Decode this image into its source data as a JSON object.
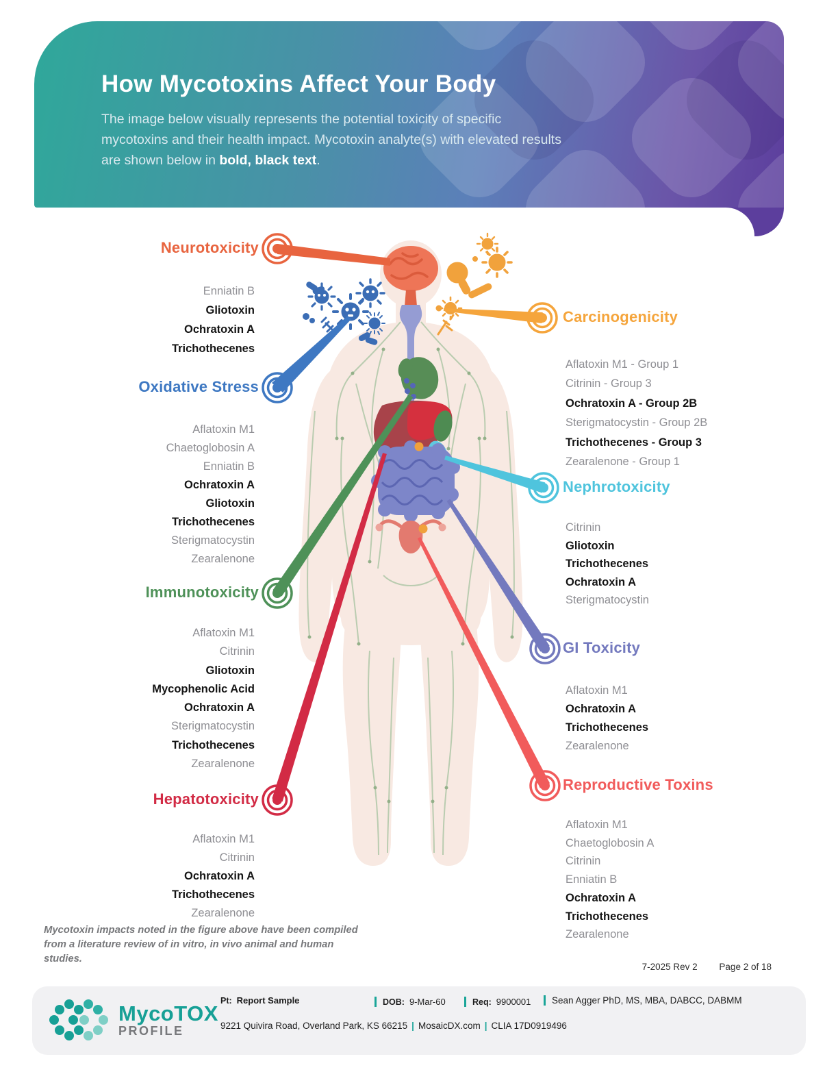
{
  "header": {
    "title": "How Mycotoxins Affect Your Body",
    "subtitle_pre": "The image below visually represents the potential toxicity of specific mycotoxins and their health impact. Mycotoxin analyte(s) with elevated results are shown below in ",
    "subtitle_bold": "bold, black text",
    "subtitle_post": "."
  },
  "categories": [
    {
      "id": "neurotoxicity",
      "name": "Neurotoxicity",
      "color": "#E8643F",
      "items": [
        {
          "text": "Enniatin B",
          "bold": false
        },
        {
          "text": "Gliotoxin",
          "bold": true
        },
        {
          "text": "Ochratoxin A",
          "bold": true
        },
        {
          "text": "Trichothecenes",
          "bold": true
        }
      ]
    },
    {
      "id": "oxidative-stress",
      "name": "Oxidative Stress",
      "color": "#3E78C2",
      "items": [
        {
          "text": "Aflatoxin M1",
          "bold": false
        },
        {
          "text": "Chaetoglobosin A",
          "bold": false
        },
        {
          "text": "Enniatin B",
          "bold": false
        },
        {
          "text": "Ochratoxin A",
          "bold": true
        },
        {
          "text": "Gliotoxin",
          "bold": true
        },
        {
          "text": "Trichothecenes",
          "bold": true
        },
        {
          "text": "Sterigmatocystin",
          "bold": false
        },
        {
          "text": "Zearalenone",
          "bold": false
        }
      ]
    },
    {
      "id": "immunotoxicity",
      "name": "Immunotoxicity",
      "color": "#4E9158",
      "items": [
        {
          "text": "Aflatoxin M1",
          "bold": false
        },
        {
          "text": "Citrinin",
          "bold": false
        },
        {
          "text": "Gliotoxin",
          "bold": true
        },
        {
          "text": "Mycophenolic Acid",
          "bold": true
        },
        {
          "text": "Ochratoxin A",
          "bold": true
        },
        {
          "text": "Sterigmatocystin",
          "bold": false
        },
        {
          "text": "Trichothecenes",
          "bold": true
        },
        {
          "text": "Zearalenone",
          "bold": false
        }
      ]
    },
    {
      "id": "hepatotoxicity",
      "name": "Hepatotoxicity",
      "color": "#D22B45",
      "items": [
        {
          "text": "Aflatoxin M1",
          "bold": false
        },
        {
          "text": "Citrinin",
          "bold": false
        },
        {
          "text": "Ochratoxin A",
          "bold": true
        },
        {
          "text": "Trichothecenes",
          "bold": true
        },
        {
          "text": "Zearalenone",
          "bold": false
        }
      ]
    },
    {
      "id": "carcinogenicity",
      "name": "Carcinogenicity",
      "color": "#F5A53C",
      "items": [
        {
          "text": "Aflatoxin M1 - Group 1",
          "bold": false
        },
        {
          "text": "Citrinin - Group 3",
          "bold": false
        },
        {
          "text": "Ochratoxin A - Group 2B",
          "bold": true
        },
        {
          "text": "Sterigmatocystin - Group 2B",
          "bold": false
        },
        {
          "text": "Trichothecenes - Group 3",
          "bold": true
        },
        {
          "text": "Zearalenone - Group 1",
          "bold": false
        }
      ]
    },
    {
      "id": "nephrotoxicity",
      "name": "Nephrotoxicity",
      "color": "#4FC4DD",
      "items": [
        {
          "text": "Citrinin",
          "bold": false
        },
        {
          "text": "Gliotoxin",
          "bold": true
        },
        {
          "text": "Trichothecenes",
          "bold": true
        },
        {
          "text": "Ochratoxin A",
          "bold": true
        },
        {
          "text": "Sterigmatocystin",
          "bold": false
        }
      ]
    },
    {
      "id": "gi-toxicity",
      "name": "GI Toxicity",
      "color": "#7379BE",
      "items": [
        {
          "text": "Aflatoxin M1",
          "bold": false
        },
        {
          "text": "Ochratoxin A",
          "bold": true
        },
        {
          "text": "Trichothecenes",
          "bold": true
        },
        {
          "text": "Zearalenone",
          "bold": false
        }
      ]
    },
    {
      "id": "reproductive-toxins",
      "name": "Reproductive Toxins",
      "color": "#F15B5B",
      "items": [
        {
          "text": "Aflatoxin M1",
          "bold": false
        },
        {
          "text": "Chaetoglobosin A",
          "bold": false
        },
        {
          "text": "Citrinin",
          "bold": false
        },
        {
          "text": "Enniatin B",
          "bold": false
        },
        {
          "text": "Ochratoxin A",
          "bold": true
        },
        {
          "text": "Trichothecenes",
          "bold": true
        },
        {
          "text": "Zearalenone",
          "bold": false
        }
      ]
    }
  ],
  "footnote": "Mycotoxin impacts noted in the figure above have been compiled from a literature review of in vitro, in vivo animal and human studies.",
  "page_ref": {
    "revision": "7-2025 Rev 2",
    "page": "Page 2 of 18"
  },
  "footer": {
    "brand": "MycoTOX",
    "brand_sub": "PROFILE",
    "brand_color": "#17A096",
    "accent": "#1AA598",
    "pt_label": "Pt:",
    "pt_value": "Report Sample",
    "dob_label": "DOB:",
    "dob_value": "9-Mar-60",
    "req_label": "Req:",
    "req_value": "9900001",
    "provider": "Sean Agger PhD, MS, MBA, DABCC, DABMM",
    "address": "9221 Quivira Road, Overland Park, KS 66215",
    "website": "MosaicDX.com",
    "clia": "CLIA 17D0919496"
  }
}
